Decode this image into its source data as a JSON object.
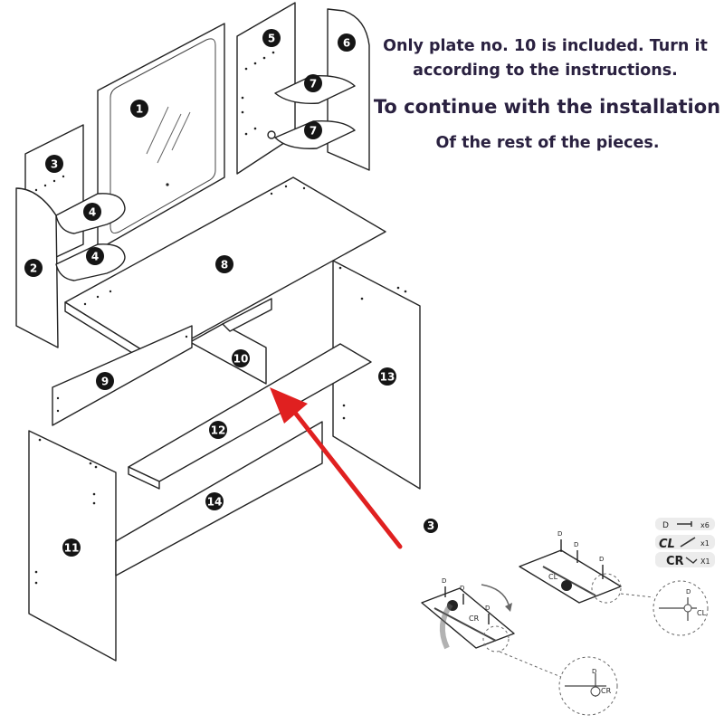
{
  "instructions": {
    "line1": "Only plate no. 10 is included. Turn it according to the instructions.",
    "line2": "To continue with the installation",
    "line3": "Of the rest of the pieces."
  },
  "part_numbers": {
    "p1": "1",
    "p2": "2",
    "p3": "3",
    "p4a": "4",
    "p4b": "4",
    "p5": "5",
    "p6": "6",
    "p7a": "7",
    "p7b": "7",
    "p8": "8",
    "p9": "9",
    "p10": "10",
    "p11": "11",
    "p12": "12",
    "p13": "13",
    "p14": "14"
  },
  "arrow_color": "#e02020",
  "step": {
    "number": "3",
    "legend": {
      "screw_code": "D",
      "screw_qty": "x6",
      "left_bracket_code": "CL",
      "left_bracket_qty": "x1",
      "right_bracket_code": "CR",
      "right_bracket_qty": "X1"
    },
    "plate_a": {
      "part": "10",
      "bracket": "CL",
      "screw_label": "D"
    },
    "plate_b": {
      "part": "10",
      "bracket": "CR",
      "screw_label": "D"
    },
    "detail_a": {
      "screw_label": "D",
      "bracket_label": "CL"
    },
    "detail_b": {
      "screw_label": "D",
      "bracket_label": "CR"
    }
  }
}
